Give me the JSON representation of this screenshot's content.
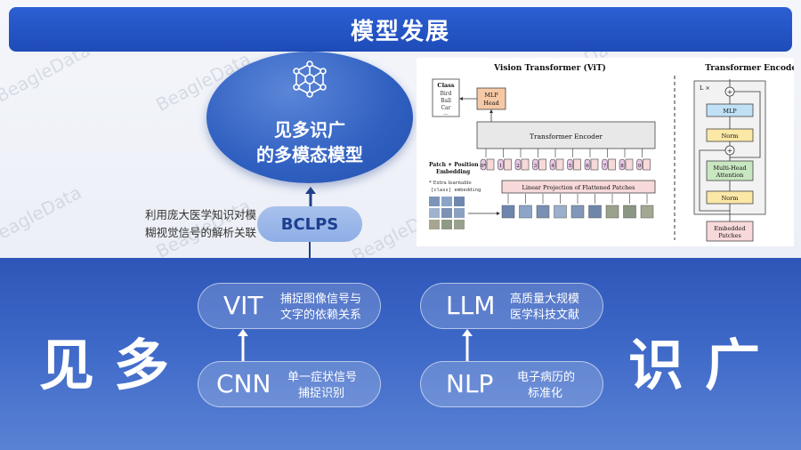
{
  "header": {
    "title": "模型发展"
  },
  "watermark": "BeagleData",
  "top": {
    "oval": {
      "icon": "network-icon",
      "line1": "见多识广",
      "line2": "的多模态模型"
    },
    "bclps": {
      "label": "BCLPS"
    },
    "side_note": {
      "line1": "利用庞大医学知识对模",
      "line2": "糊视觉信号的解析关联"
    }
  },
  "vit_figure": {
    "title_left": "Vision Transformer (ViT)",
    "title_right": "Transformer Encoder",
    "class_box": {
      "title": "Class",
      "items": [
        "Bird",
        "Ball",
        "Car",
        "..."
      ]
    },
    "mlp_head": {
      "line1": "MLP",
      "line2": "Head"
    },
    "encoder_label": "Transformer Encoder",
    "patch_label": {
      "line1": "Patch + Position",
      "line2": "Embedding"
    },
    "extra_note": {
      "line1": "* Extra learnable",
      "line2": "[class] embedding"
    },
    "linear_proj": "Linear Projection of Flattened Patches",
    "tokens": [
      "0*",
      "1",
      "2",
      "3",
      "4",
      "5",
      "6",
      "7",
      "8",
      "9"
    ],
    "enc_right": {
      "lx": "L ×",
      "mlp": "MLP",
      "norm": "Norm",
      "mha": {
        "line1": "Multi-Head",
        "line2": "Attention"
      },
      "norm2": "Norm",
      "embedded": {
        "line1": "Embedded",
        "line2": "Patches"
      }
    }
  },
  "bottom": {
    "left_char1": "见",
    "left_char2": "多",
    "right_char1": "识",
    "right_char2": "广",
    "vit": {
      "key": "VIT",
      "line1": "捕捉图像信号与",
      "line2": "文字的依赖关系"
    },
    "cnn": {
      "key": "CNN",
      "line1": "单一症状信号",
      "line2": "捕捉识别"
    },
    "llm": {
      "key": "LLM",
      "line1": "高质量大规模",
      "line2": "医学科技文献"
    },
    "nlp": {
      "key": "NLP",
      "line1": "电子病历的",
      "line2": "标准化"
    }
  },
  "colors": {
    "title_blue": "#1e4cb8",
    "oval_blue": "#2f5fc0",
    "bottom_blue": "#2e56b8",
    "pill_text": "#ffffff"
  }
}
